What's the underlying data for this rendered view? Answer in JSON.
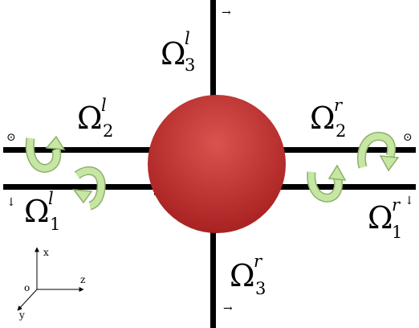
{
  "labels": {
    "omega3_left": {
      "symbol": "Ω",
      "sub": "3",
      "sup": "l"
    },
    "omega2_left": {
      "symbol": "Ω",
      "sub": "2",
      "sup": "l"
    },
    "omega1_left": {
      "symbol": "Ω",
      "sub": "1",
      "sup": "l"
    },
    "omega2_right": {
      "symbol": "Ω",
      "sub": "2",
      "sup": "r"
    },
    "omega1_right": {
      "symbol": "Ω",
      "sub": "1",
      "sup": "r"
    },
    "omega3_right": {
      "symbol": "Ω",
      "sub": "3",
      "sup": "r"
    }
  },
  "markers": {
    "left_out_of_plane": "⊙",
    "right_out_of_plane": "⊙",
    "left_down": "↓",
    "right_down": "↓",
    "top_right": "→",
    "bottom_right": "→"
  },
  "axes": {
    "x": "x",
    "y": "y",
    "z": "z",
    "origin": "o"
  },
  "colors": {
    "sphere_light": "#d9534f",
    "sphere_dark": "#a51e1e",
    "rod": "#000000",
    "rotation_arrow_fill": "#c6e7a3",
    "rotation_arrow_stroke": "#8fae6b"
  }
}
